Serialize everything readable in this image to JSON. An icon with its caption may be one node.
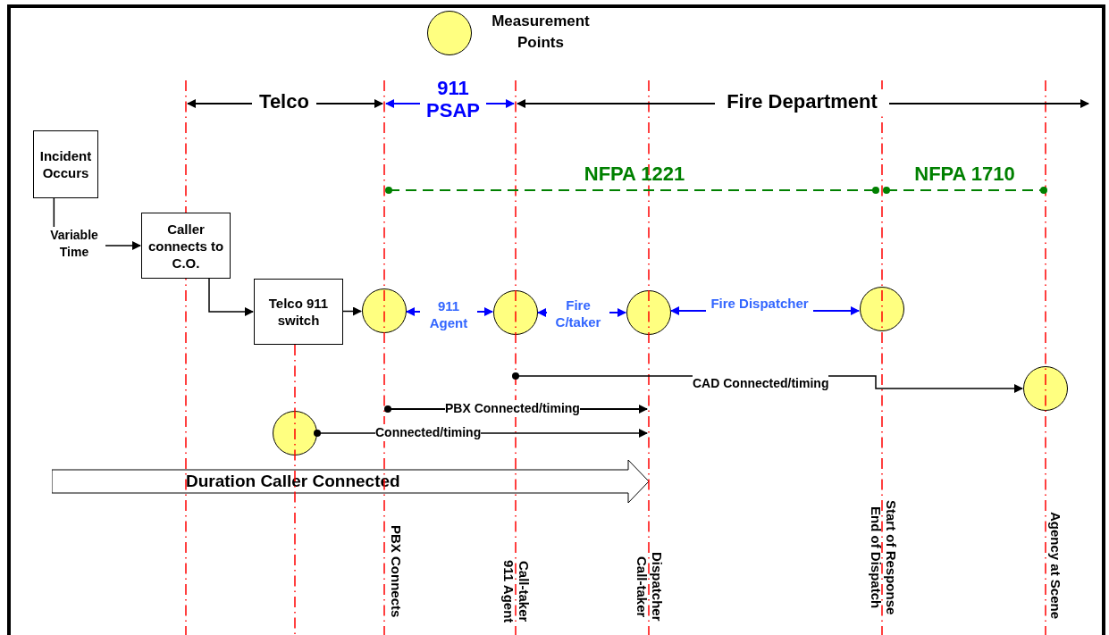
{
  "diagram": {
    "nodes": [
      {
        "text": [
          "Incident Occurs"
        ]
      },
      {
        "text": [
          "Caller connects to C.O."
        ]
      },
      {
        "text": [
          "Telco 911 switch"
        ]
      },
      {
        "text": [],
        "shape": "circle"
      },
      {
        "text": [],
        "shape": "circle"
      },
      {
        "text": [],
        "shape": "circle"
      },
      {
        "text": [],
        "shape": "circle"
      },
      {
        "text": [],
        "shape": "circle"
      },
      {
        "text": [],
        "shape": "circle"
      },
      {
        "text": [
          "Duration Caller Connected"
        ]
      }
    ],
    "edges": [
      {
        "from": 0,
        "to": 1,
        "arrow": "to",
        "label": "Variable Time"
      },
      {
        "from": 1,
        "to": 2,
        "arrow": "to"
      },
      {
        "from": 2,
        "to": 3,
        "arrow": "to"
      },
      {
        "from": 3,
        "to": 4,
        "arrow": "both",
        "label": "911 Agent",
        "color": "#0000ff"
      },
      {
        "from": 4,
        "to": 5,
        "arrow": "both",
        "label": "Fire C/taker",
        "color": "#0000ff"
      },
      {
        "from": 5,
        "to": 6,
        "arrow": "both",
        "label": "Fire Dispatcher",
        "color": "#0000ff"
      },
      {
        "from": null,
        "to": 7,
        "arrow": "to",
        "label": "CAD Connected/timing"
      },
      {
        "from": 8,
        "to": null,
        "arrow": "to",
        "label": "Connected/timing"
      }
    ],
    "labels": [
      "Telco",
      "911 PSAP",
      "Fire Department",
      "NFPA 1221",
      "NFPA 1710",
      "PBX Connected/timing",
      "PBX Connects",
      "Call-taker 911 Agent",
      "Dispatcher Call-taker",
      "Start of Response End of Dispatch",
      "Agency at Scene"
    ],
    "legend": [
      {
        "text": "Measurement Points",
        "color": "#ffff80"
      }
    ]
  }
}
